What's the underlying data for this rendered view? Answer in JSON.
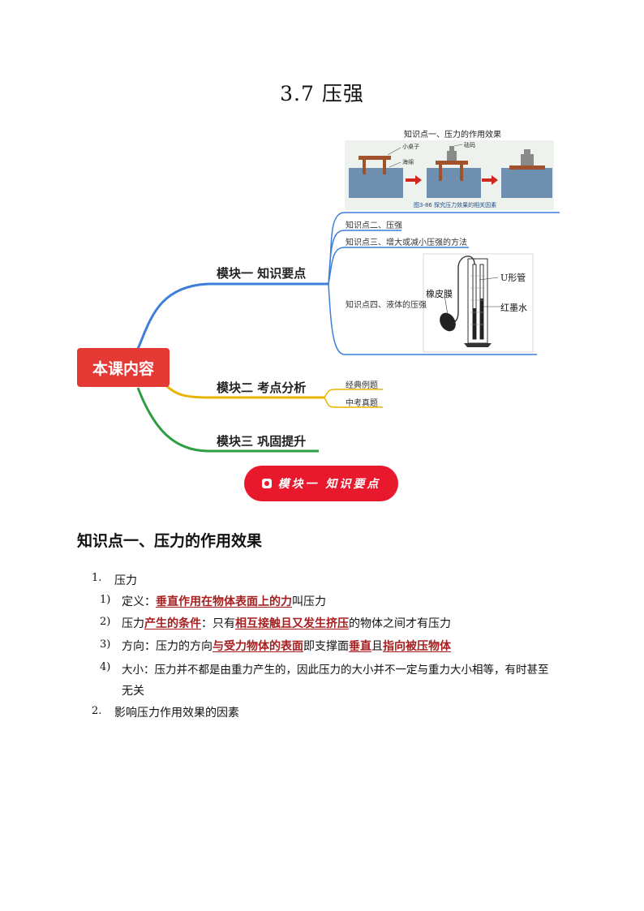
{
  "page": {
    "title": "3.7 压强"
  },
  "mindmap": {
    "center": "本课内容",
    "modules": [
      {
        "label": "模块一 知识要点",
        "color": "#3d7fd9",
        "items": [
          "知识点二、压强",
          "知识点三、增大或减小压强的方法",
          "知识点四、液体的压强"
        ]
      },
      {
        "label": "模块二 考点分析",
        "color": "#e8b400",
        "items": [
          "经典例题",
          "中考真题"
        ]
      },
      {
        "label": "模块三 巩固提升",
        "color": "#2e9e44",
        "items": []
      }
    ],
    "figure1": {
      "caption": "知识点一、压力的作用效果",
      "labels": {
        "stool": "小桌子",
        "sponge": "海绵",
        "weight": "砝码"
      },
      "fig_caption": "图3-86   探究压力效果的相关因素"
    },
    "figure2": {
      "labels": {
        "u_tube": "U形管",
        "membrane": "橡皮膜",
        "ink": "红墨水"
      }
    }
  },
  "banner": {
    "label": "模块一  知识要点"
  },
  "section": {
    "heading": "知识点一、压力的作用效果",
    "items": [
      {
        "num": "1.",
        "text": "压力"
      },
      {
        "num": "2.",
        "text": "影响压力作用效果的因素"
      }
    ],
    "sub": {
      "s1": {
        "num": "1)",
        "a": "定义：",
        "b": "垂直作用在物体表面上的力",
        "c": "叫压力"
      },
      "s2": {
        "num": "2)",
        "a": "压力",
        "b": "产生的条件",
        "c": "：只有",
        "d": "相互接触且又发生挤压",
        "e": "的物体之间才有压力"
      },
      "s3": {
        "num": "3)",
        "a": "方向：压力的方向",
        "b": "与受力物体的表面",
        "c": "即支撑面",
        "d": "垂直",
        "e": "且",
        "f": "指向被压物体"
      },
      "s4": {
        "num": "4)",
        "a": "大小：压力并不都是由重力产生的，因此压力的大小并不一定与重力大小相等，有时甚至",
        "b": "无关"
      }
    }
  }
}
